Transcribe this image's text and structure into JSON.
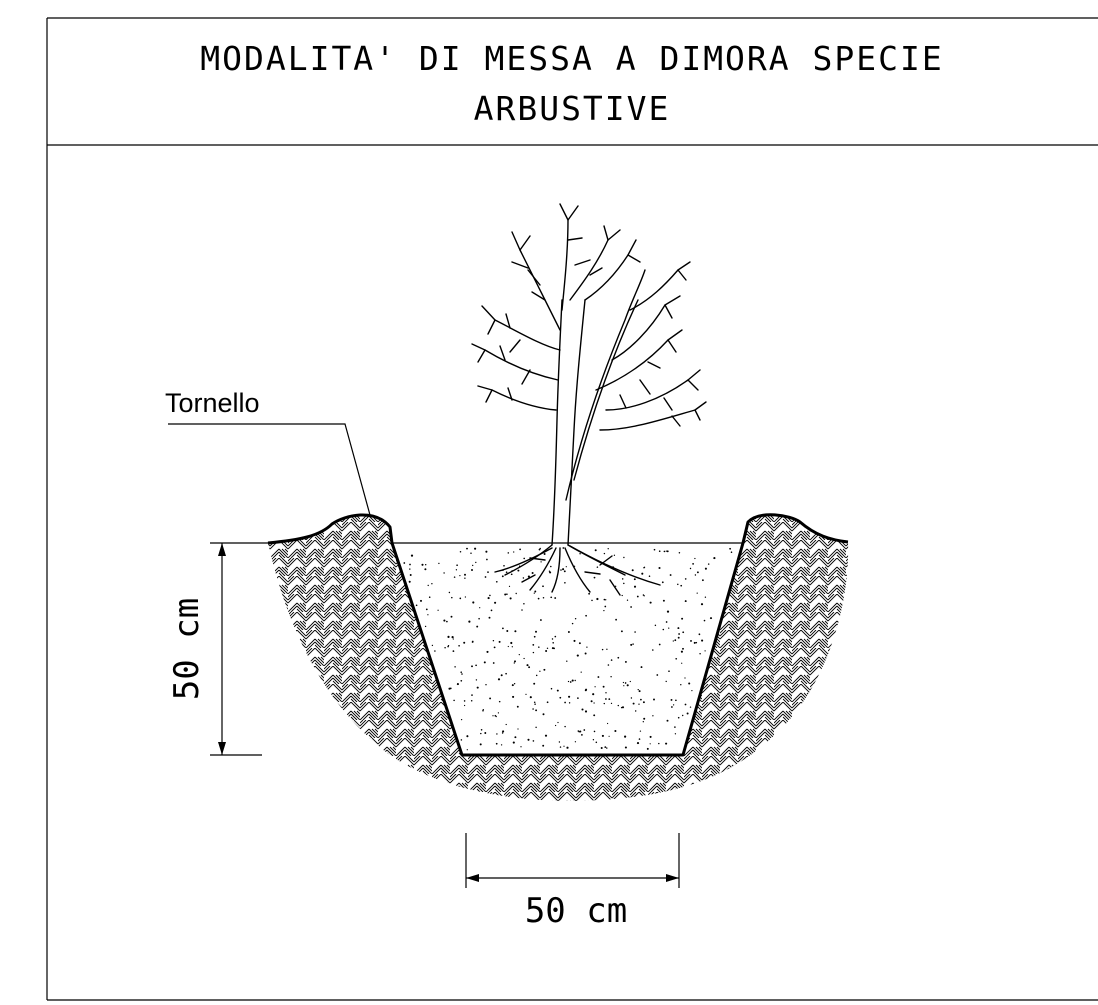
{
  "title": {
    "line1": "MODALITA' DI MESSA A DIMORA SPECIE",
    "line2": "ARBUSTIVE"
  },
  "callout": {
    "label": "Tornello"
  },
  "dimensions": {
    "depth_label": "50 cm",
    "width_label": "50 cm"
  },
  "colors": {
    "line": "#000000",
    "background": "#ffffff"
  }
}
